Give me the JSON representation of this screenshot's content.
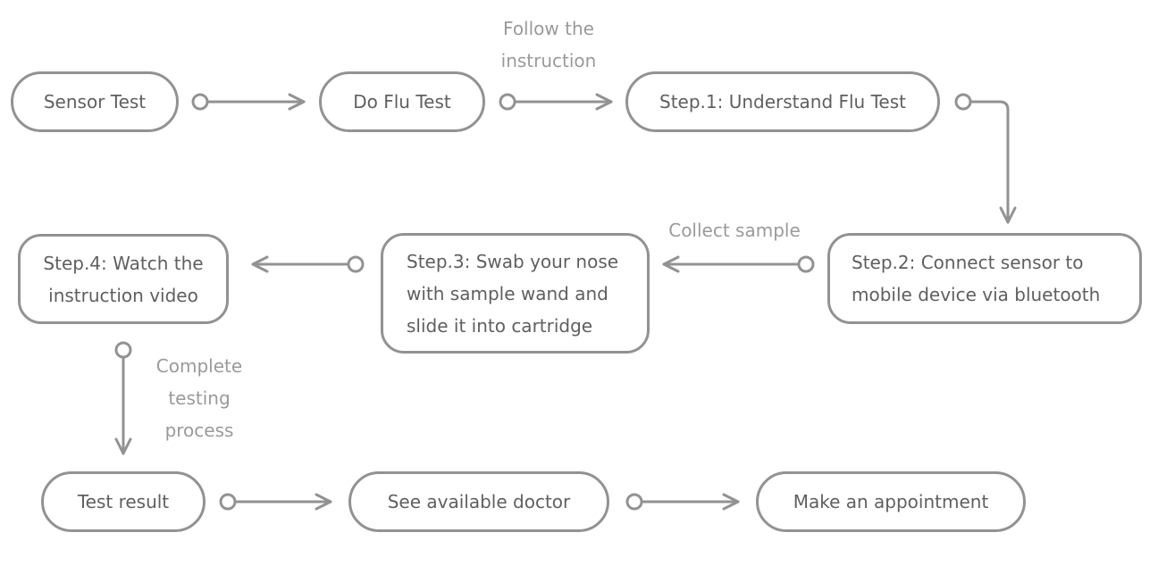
{
  "colors": {
    "stroke": "#929292",
    "text": "#5f5f5f",
    "label": "#9a9a9a"
  },
  "nodes": {
    "sensor_test": "Sensor Test",
    "do_flu_test": "Do Flu Test",
    "step1": "Step.1: Understand Flu Test",
    "step2": [
      "Step.2: Connect sensor to",
      "mobile device via bluetooth"
    ],
    "step3": [
      "Step.3: Swab your nose",
      "with sample wand and",
      "slide it into cartridge"
    ],
    "step4": [
      "Step.4: Watch the",
      "instruction video"
    ],
    "test_result": "Test result",
    "see_doctor": "See available doctor",
    "appointment": "Make an appointment"
  },
  "labels": {
    "follow": [
      "Follow the",
      "instruction"
    ],
    "collect": "Collect sample",
    "complete": [
      "Complete",
      "testing",
      "process"
    ]
  }
}
